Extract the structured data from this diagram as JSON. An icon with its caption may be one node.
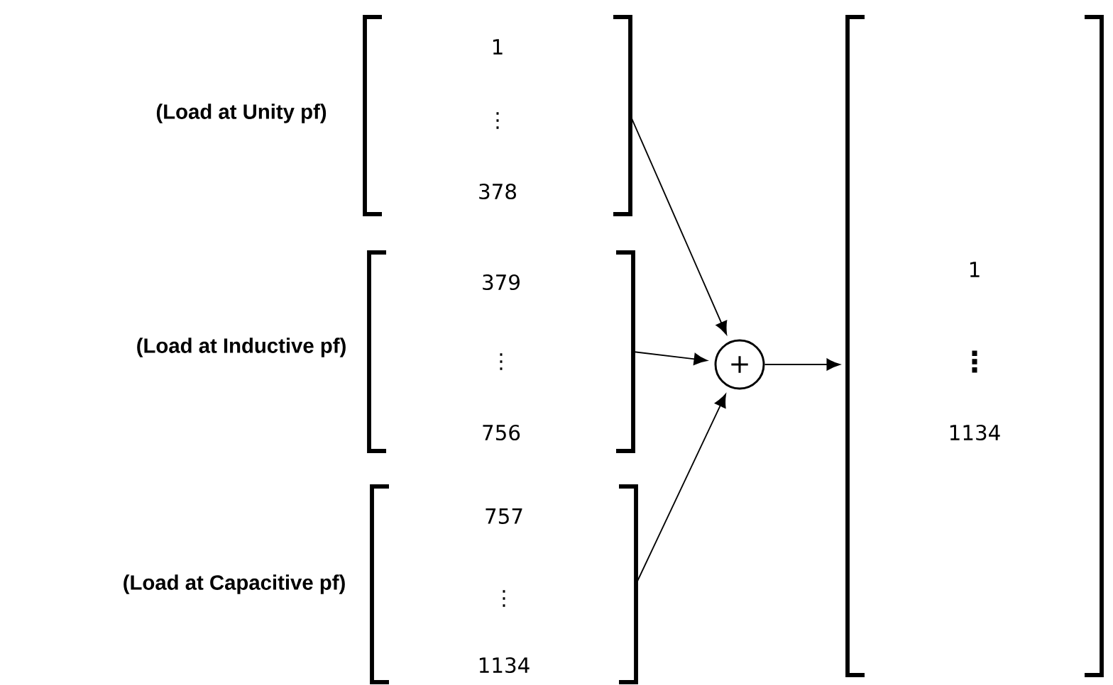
{
  "diagram": {
    "nodes": [
      {
        "text": [
          "1",
          "⋮",
          "378"
        ],
        "beside": [
          "(Load at Unity pf)"
        ]
      },
      {
        "text": [
          "379",
          "⋮",
          "756"
        ],
        "beside": [
          "(Load at Inductive pf)"
        ]
      },
      {
        "text": [
          "757",
          "⋮",
          "1134"
        ],
        "beside": [
          "(Load at Capacitive pf)"
        ]
      },
      {
        "text": [
          "+"
        ]
      },
      {
        "text": [
          "1",
          "⋮",
          "1134"
        ]
      }
    ],
    "edges": [
      {
        "from": 0,
        "to": 3,
        "arrow": "to"
      },
      {
        "from": 1,
        "to": 3,
        "arrow": "to"
      },
      {
        "from": 2,
        "to": 3,
        "arrow": "to"
      },
      {
        "from": 3,
        "to": 4,
        "arrow": "to"
      }
    ]
  }
}
